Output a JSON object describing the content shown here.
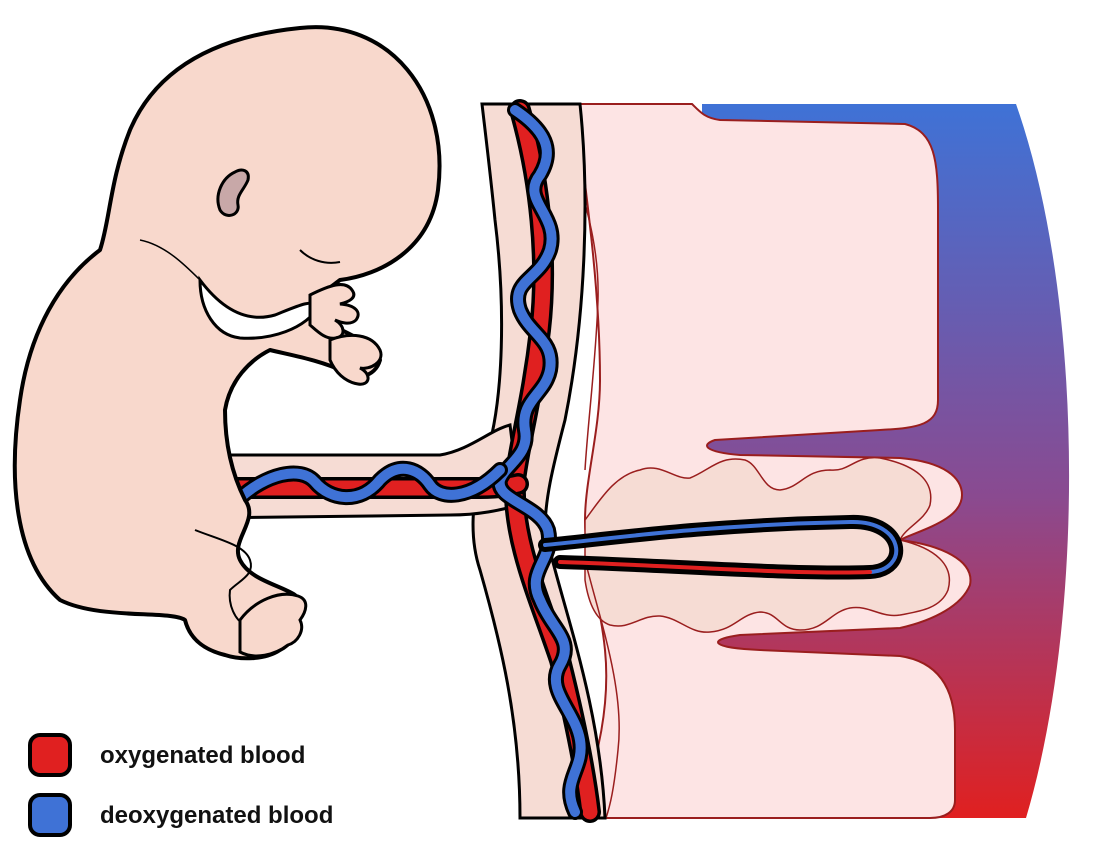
{
  "colors": {
    "oxygenated": "#e02020",
    "deoxygenated": "#3f72d6",
    "skin": "#f8d8cc",
    "placenta_light": "#fde4e4",
    "outline": "#000000",
    "placenta_outline": "#9a1e1e"
  },
  "legend": {
    "items": [
      {
        "key": "oxygenated",
        "label": "oxygenated blood",
        "color": "#e02020"
      },
      {
        "key": "deoxygenated",
        "label": "deoxygenated blood",
        "color": "#3f72d6"
      }
    ]
  },
  "icons": [
    "fetus-illustration",
    "umbilical-cord",
    "placenta",
    "villus-loop",
    "maternal-blood-gradient"
  ]
}
